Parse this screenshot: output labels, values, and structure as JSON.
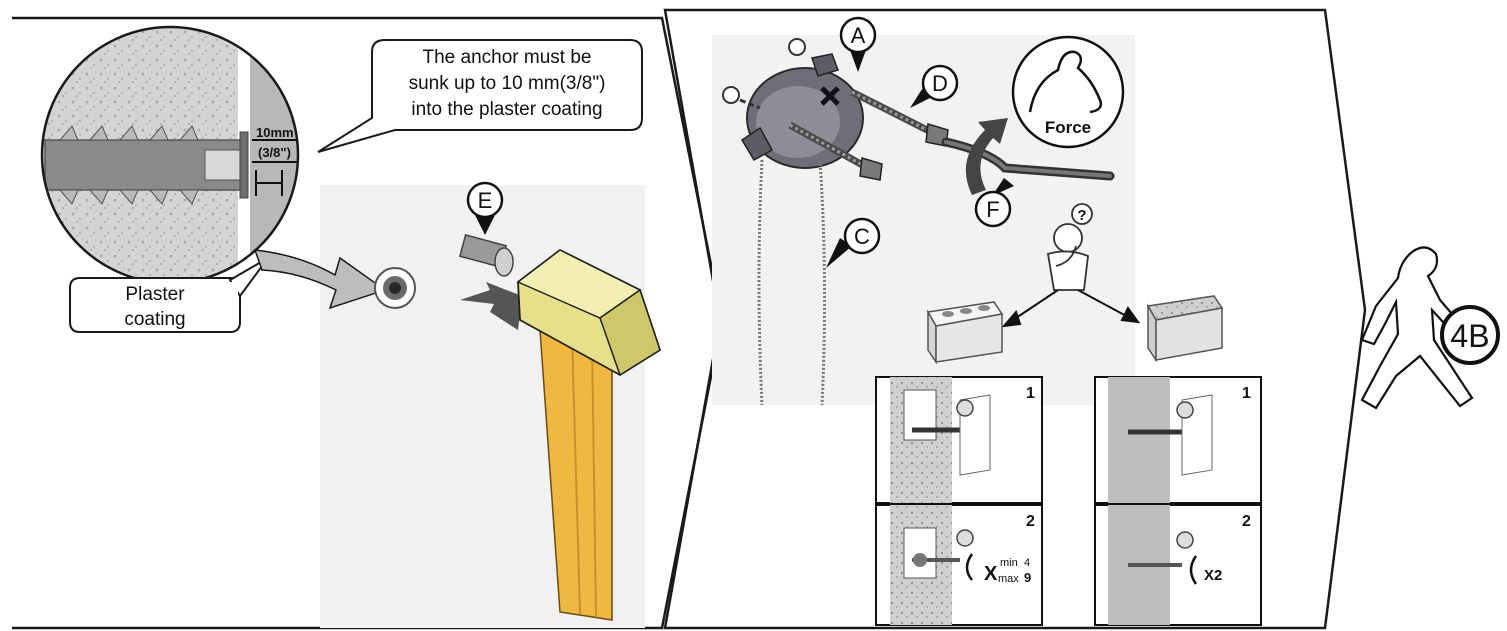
{
  "callouts": {
    "anchor_note": [
      "The anchor must be",
      "sunk up to 10 mm(3/8\")",
      "into the plaster coating"
    ],
    "plaster": [
      "Plaster",
      "coating"
    ],
    "measure_mm": "10mm",
    "measure_in": "(3/8\")"
  },
  "markers": {
    "a": "A",
    "c": "C",
    "d": "D",
    "e": "E",
    "f": "F",
    "step": "4B"
  },
  "force_label": "Force",
  "question_mark": "?",
  "wall_steps": {
    "hollow": {
      "step1": "1",
      "step2": "2",
      "x": "X",
      "min_label": "min",
      "min_value": "4",
      "max_label": "max",
      "max_value": "9"
    },
    "solid": {
      "step1": "1",
      "step2": "2",
      "turns": "X2"
    }
  },
  "colors": {
    "hammer_head": "#e6e08a",
    "hammer_handle": "#f0b840",
    "panel_stroke": "#1a1a1a",
    "plaster_bg": "#d9d9d9"
  }
}
